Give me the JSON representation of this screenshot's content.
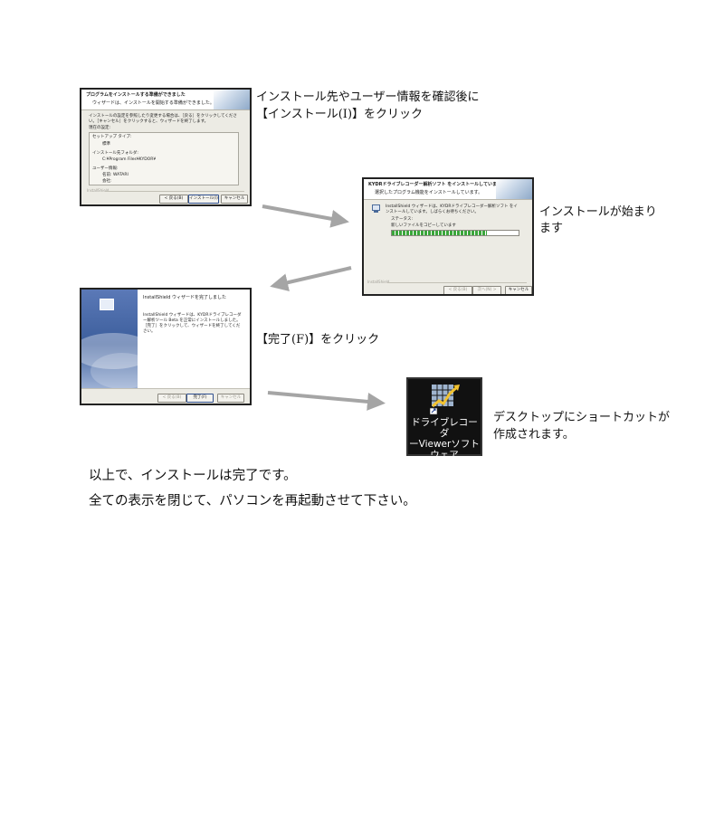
{
  "step1": {
    "caption_line1": "インストール先やユーザー情報を確認後に",
    "caption_line2": "【インストール(I)】をクリック",
    "dialog": {
      "title": "プログラムをインストールする準備ができました",
      "subtitle": "ウィザードは、インストールを開始する準備ができました。",
      "intro": "インストールの設定を参照したり変更する場合は、［戻る］をクリックしてください。［キャンセル］をクリックすると、ウィザードを終了します。",
      "current_settings_label": "現在の設定:",
      "setup_type_label": "セットアップ タイプ:",
      "setup_type_value": "標準",
      "install_folder_label": "インストール先フォルダ:",
      "install_folder_value": "C:¥Program Files¥KYDOR¥",
      "user_info_label": "ユーザー情報:",
      "user_name": "名前: WATARI",
      "company": "会社:",
      "brand": "InstallShield",
      "back_button": "< 戻る(B)",
      "install_button": "インストール(I)",
      "cancel_button": "キャンセル"
    }
  },
  "step2": {
    "caption_line1": "インストールが始まり",
    "caption_line2": "ます",
    "dialog": {
      "title": "KYDRドライブレコーダー解析ソフト をインストールしています",
      "subtitle": "選択したプログラム機能をインストールしています。",
      "message": "InstallShield ウィザードは、KYDRドライブレコーダー解析ソフト をインストールしています。しばらくお待ちください。",
      "status_label": "ステータス:",
      "status_value": "新しいファイルをコピーしています",
      "progress": 0.75,
      "brand": "InstallShield",
      "back_button": "< 戻る(B)",
      "next_button": "次へ(N) >",
      "cancel_button": "キャンセル"
    }
  },
  "step3": {
    "caption": "【完了(F)】をクリック",
    "dialog": {
      "title": "InstallShield ウィザードを完了しました",
      "message": "InstallShield ウィザードは、KYDRドライブレコーダー解析ツール Beta を正常にインストールしました。［完了］をクリックして、ウィザードを終了してください。",
      "back_button": "< 戻る(B)",
      "finish_button": "完了(F)",
      "cancel_button": "キャンセル"
    }
  },
  "step4": {
    "caption_line1": "デスクトップにショートカットが",
    "caption_line2": "作成されます。",
    "icon": {
      "name": "chart-shortcut-icon",
      "label_line1": "ドライブレコーダ",
      "label_line2": "ーViewerソフト",
      "label_line3": "ウェア"
    }
  },
  "closing": {
    "line1": "以上で、インストールは完了です。",
    "line2": "全ての表示を閉じて、パソコンを再起動させて下さい。"
  },
  "colors": {
    "arrow": "#a5a5a5",
    "dialog_bg": "#ecebe4",
    "side_panel": "#3c5e9c",
    "progress": "#3aa63a"
  }
}
